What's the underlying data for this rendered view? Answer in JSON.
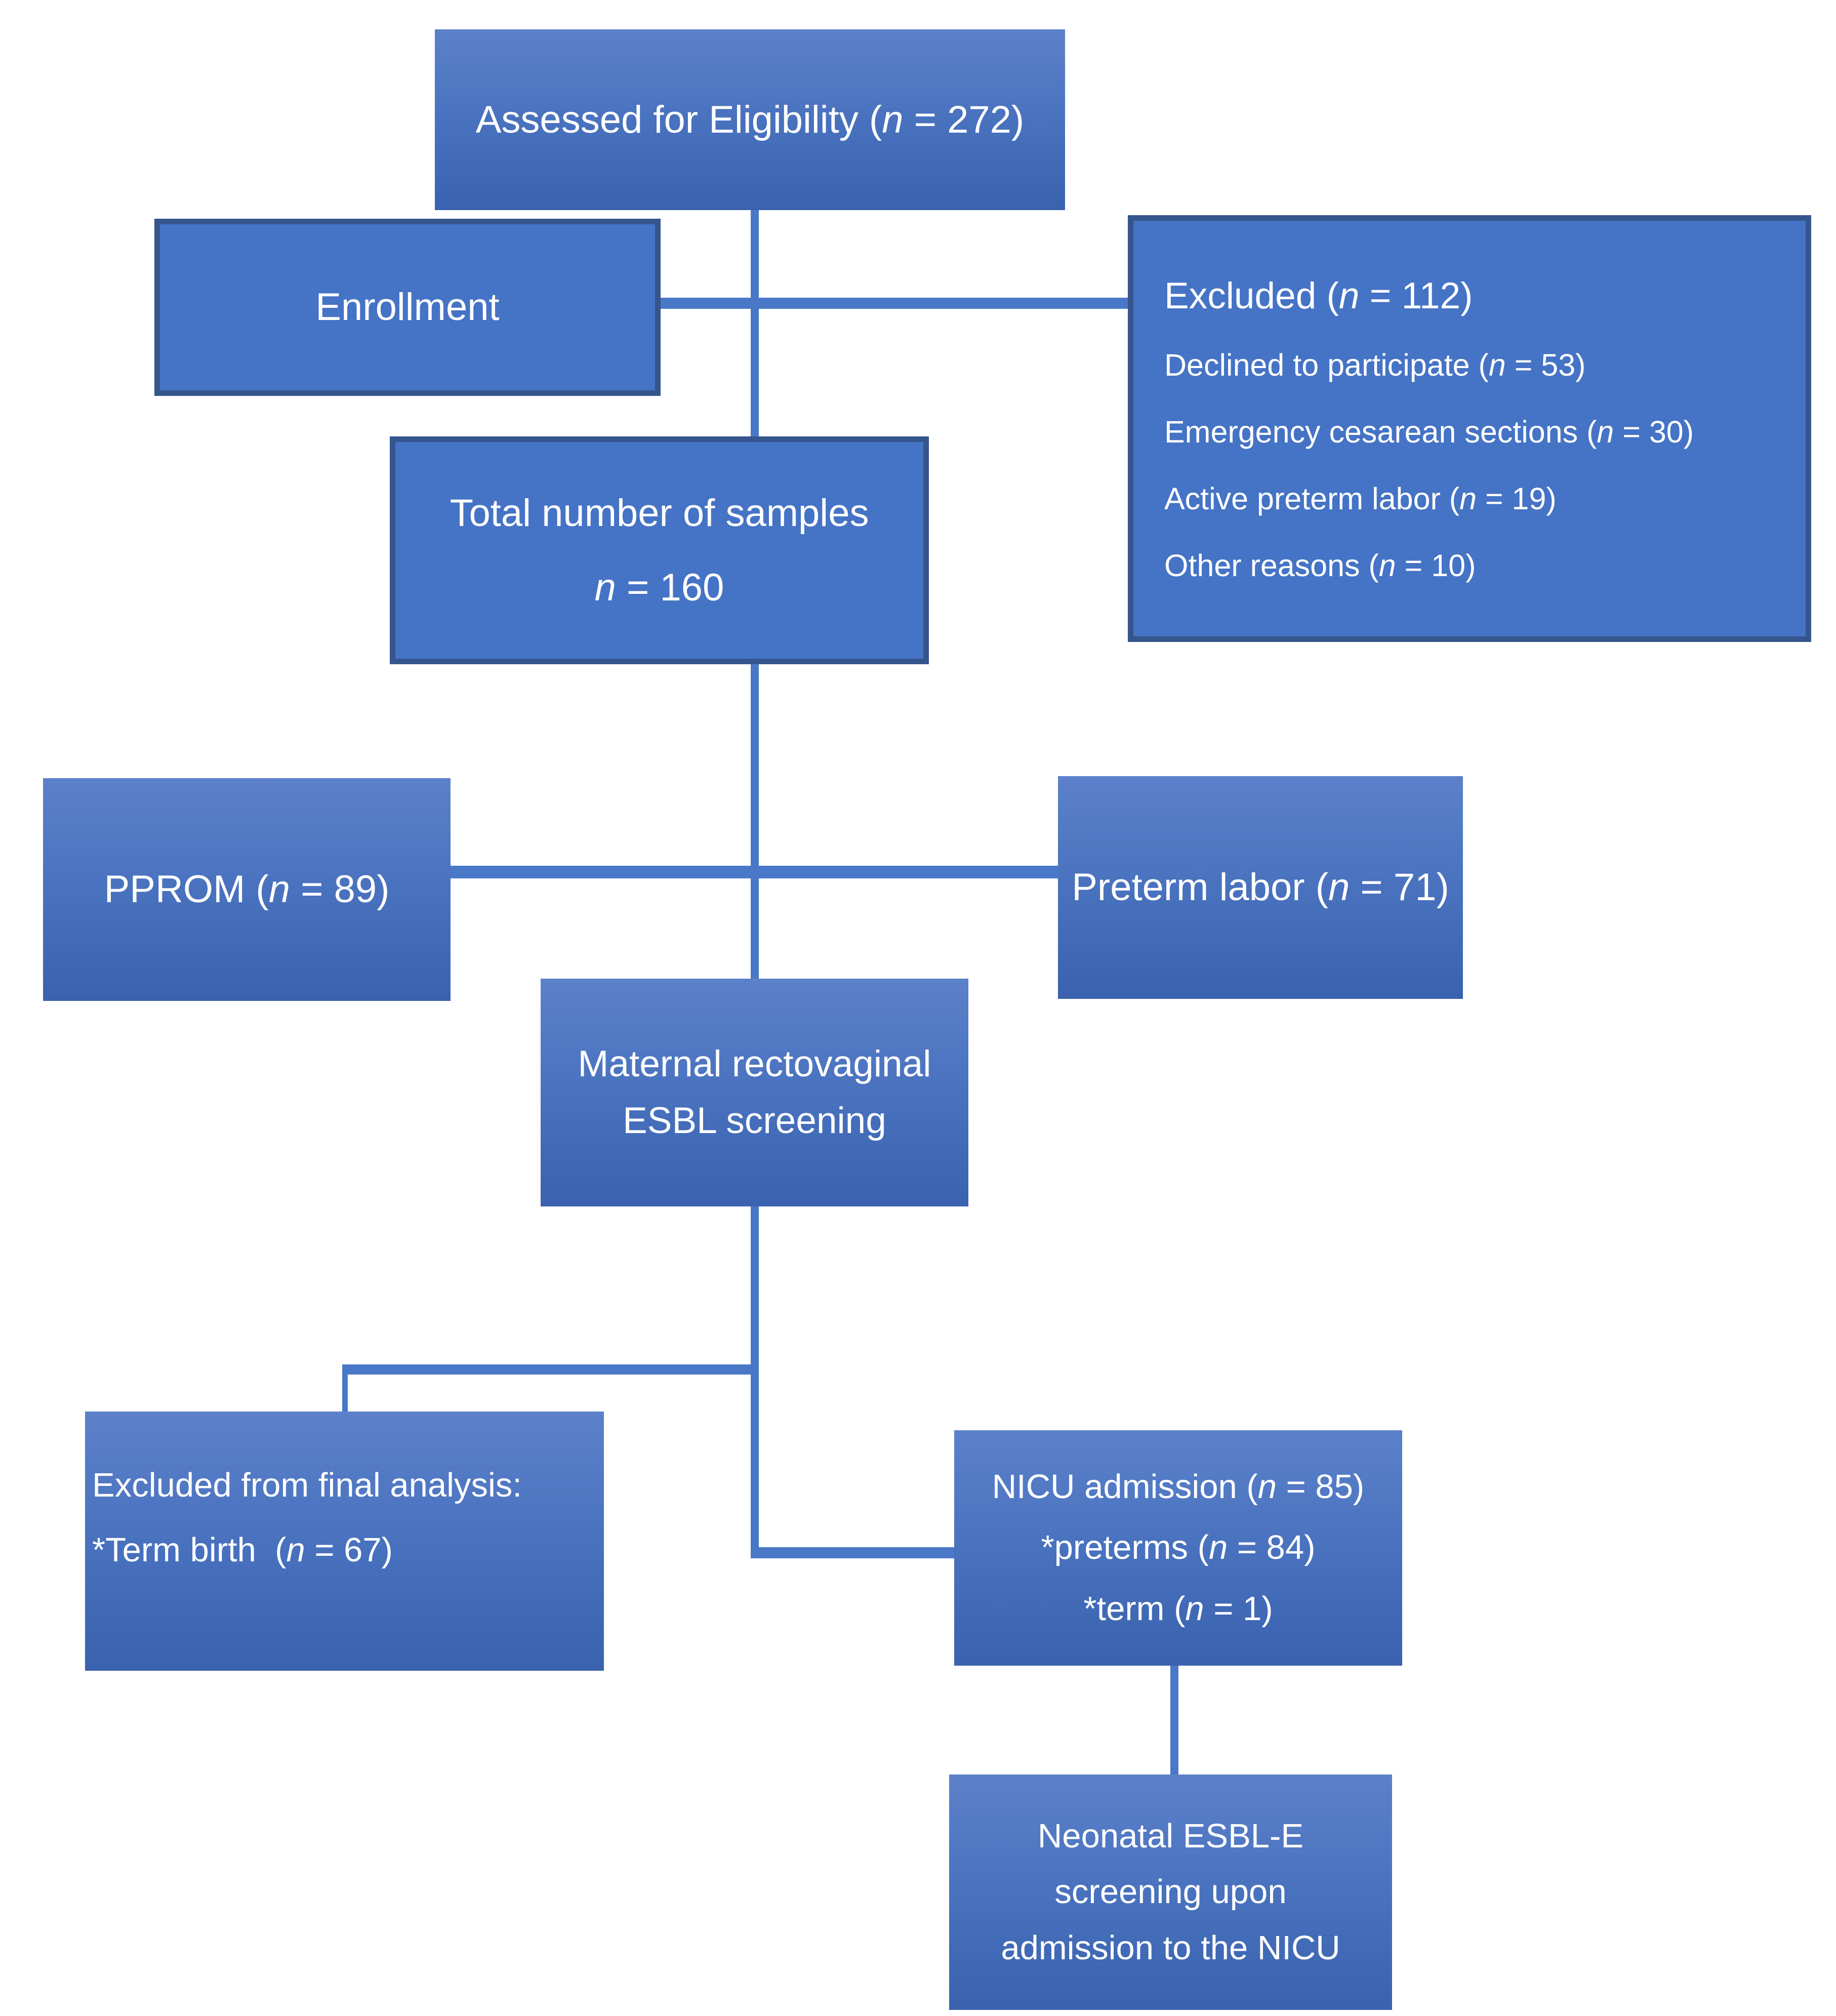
{
  "palette": {
    "gradient_top": "#5C81CA",
    "gradient_mid": "#4770BD",
    "gradient_bottom": "#3A62AE",
    "solid_fill": "#4573C5",
    "box_border": "#35558D",
    "connector": "#4A78C8",
    "text": "#FFFFFF",
    "background": "#FFFFFF"
  },
  "boxes": {
    "assessed": {
      "lines": [
        [
          {
            "t": "Assessed for Eligibility ("
          },
          {
            "t": "n",
            "i": 1
          },
          {
            "t": " = 272)"
          }
        ]
      ]
    },
    "enrollment": {
      "lines": [
        [
          {
            "t": "Enrollment"
          }
        ]
      ]
    },
    "excluded": {
      "title": [
        {
          "t": "Excluded ("
        },
        {
          "t": "n",
          "i": 1
        },
        {
          "t": " = 112)"
        }
      ],
      "items": [
        [
          {
            "t": "Declined to participate ("
          },
          {
            "t": "n",
            "i": 1
          },
          {
            "t": " = 53)"
          }
        ],
        [
          {
            "t": "Emergency cesarean sections ("
          },
          {
            "t": "n",
            "i": 1
          },
          {
            "t": " = 30)"
          }
        ],
        [
          {
            "t": "Active preterm labor ("
          },
          {
            "t": "n",
            "i": 1
          },
          {
            "t": " = 19)"
          }
        ],
        [
          {
            "t": "Other reasons ("
          },
          {
            "t": "n",
            "i": 1
          },
          {
            "t": " = 10)"
          }
        ]
      ]
    },
    "total": {
      "lines": [
        [
          {
            "t": "Total number of samples"
          }
        ],
        [
          {
            "t": "n",
            "i": 1
          },
          {
            "t": " = 160"
          }
        ]
      ]
    },
    "pprom": {
      "lines": [
        [
          {
            "t": "PPROM ("
          },
          {
            "t": "n",
            "i": 1
          },
          {
            "t": " = 89)"
          }
        ]
      ]
    },
    "preterm": {
      "lines": [
        [
          {
            "t": "Preterm labor ("
          },
          {
            "t": "n",
            "i": 1
          },
          {
            "t": " = 71)"
          }
        ]
      ]
    },
    "maternal": {
      "lines": [
        [
          {
            "t": "Maternal rectovaginal"
          }
        ],
        [
          {
            "t": "ESBL screening"
          }
        ]
      ]
    },
    "excluded_final": {
      "lines": [
        [
          {
            "t": "Excluded from final analysis:"
          }
        ],
        [
          {
            "t": "*Term birth  ("
          },
          {
            "t": "n",
            "i": 1
          },
          {
            "t": " = 67)"
          }
        ]
      ]
    },
    "nicu": {
      "lines": [
        [
          {
            "t": "NICU admission ("
          },
          {
            "t": "n",
            "i": 1
          },
          {
            "t": " = 85)"
          }
        ],
        [
          {
            "t": "*preterms ("
          },
          {
            "t": "n",
            "i": 1
          },
          {
            "t": " = 84)"
          }
        ],
        [
          {
            "t": "*term ("
          },
          {
            "t": "n",
            "i": 1
          },
          {
            "t": " = 1)"
          }
        ]
      ]
    },
    "neonatal": {
      "lines": [
        [
          {
            "t": "Neonatal ESBL-E"
          }
        ],
        [
          {
            "t": "screening upon"
          }
        ],
        [
          {
            "t": "admission to the NICU"
          }
        ]
      ]
    }
  }
}
